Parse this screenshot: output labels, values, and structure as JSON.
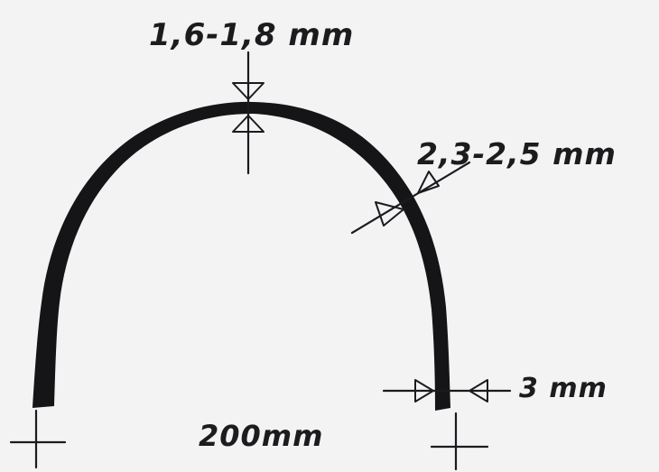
{
  "diagram": {
    "labels": {
      "top_thickness": "1,6-1,8 mm",
      "side_thickness": "2,3-2,5 mm",
      "base_thickness": "3 mm",
      "span": "200mm"
    },
    "colors": {
      "paper": "#f4f3f4",
      "ink": "#1b1b1f"
    },
    "shape": "arch-bow"
  }
}
